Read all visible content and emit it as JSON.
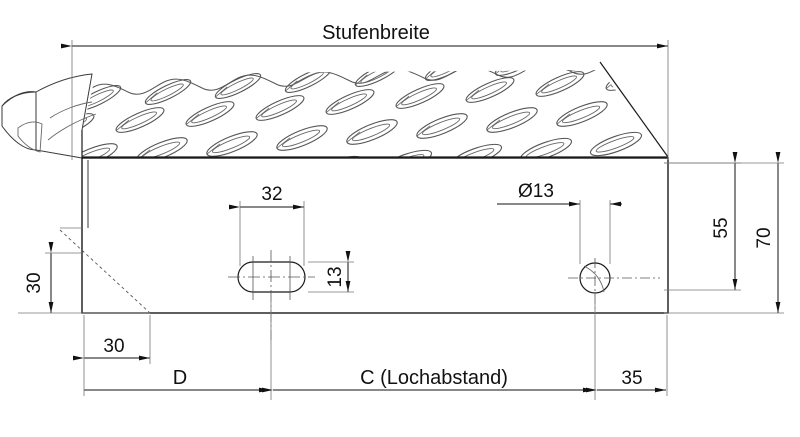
{
  "drawing": {
    "title": "Stufenbreite",
    "background_color": "#ffffff",
    "line_color": "#1a1a1a",
    "pattern_line_color": "#555555",
    "dimensions": {
      "overall_width_label": "Stufenbreite",
      "slot_width": "32",
      "slot_height": "13",
      "hole_diameter": "Ø13",
      "height_inner": "55",
      "height_total": "70",
      "front_lip_height": "30",
      "front_lip_depth": "30",
      "edge_distance_d": "D",
      "hole_spacing": "C (Lochabstand)",
      "end_distance": "35"
    },
    "features": {
      "plate_type": "checker-plate",
      "slot_type": "obround-slot",
      "hole_type": "round-hole"
    }
  }
}
